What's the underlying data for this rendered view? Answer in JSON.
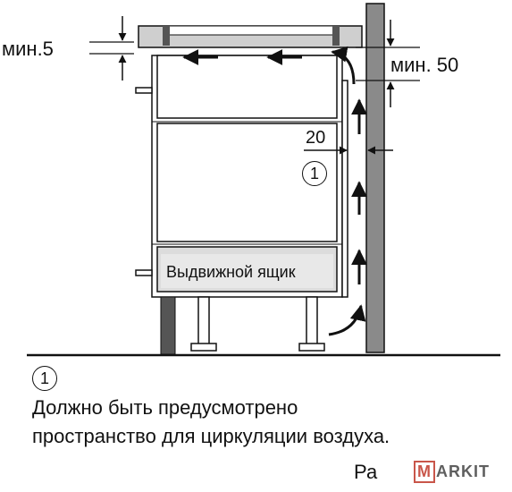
{
  "labels": {
    "min_gap_top": "мин.5",
    "min_gap_wall": "мин. 50",
    "gap_back": "20",
    "marker": "1",
    "drawer": "Выдвижной ящик"
  },
  "note": {
    "marker": "1",
    "line1": "Должно быть предусмотрено",
    "line2": "пространство для циркуляции воздуха."
  },
  "footer": {
    "partial_text": "Ра",
    "watermark": "MARKIT"
  },
  "colors": {
    "wall": "#8a8a8a",
    "cooktop": "#cfcfcf",
    "drawer_fill": "#dcdcdc",
    "lines": "#111111"
  }
}
